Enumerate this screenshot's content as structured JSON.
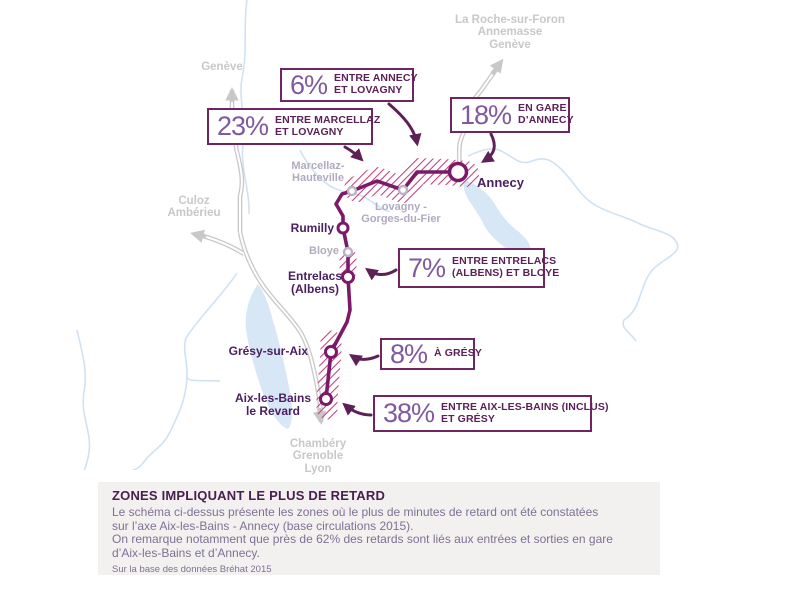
{
  "callouts": {
    "annecy_lovagny": {
      "value": "6%",
      "line1": "ENTRE ANNECY",
      "line2": "ET LOVAGNY"
    },
    "marcellaz_lovagny": {
      "value": "23%",
      "line1": "ENTRE MARCELLAZ",
      "line2": "ET LOVAGNY"
    },
    "gare_annecy": {
      "value": "18%",
      "line1": "EN GARE",
      "line2": "D’ANNECY"
    },
    "entrelacs_bloye": {
      "value": "7%",
      "line1": "ENTRE ENTRELACS",
      "line2": "(ALBENS) ET BLOYE"
    },
    "gresy": {
      "value": "8%",
      "line1": "À GRÉSY",
      "line2": ""
    },
    "aix_gresy": {
      "value": "38%",
      "line1": "ENTRE AIX-LES-BAINS (INCLUS)",
      "line2": "ET GRÉSY"
    }
  },
  "stations": {
    "annecy": "Annecy",
    "marcellaz": {
      "line1": "Marcellaz-",
      "line2": "Hauteville"
    },
    "lovagny": {
      "line1": "Lovagny -",
      "line2": "Gorges-du-Fier"
    },
    "rumilly": "Rumilly",
    "bloye": "Bloye",
    "entrelacs": {
      "line1": "Entrelacs",
      "line2": "(Albens)"
    },
    "gresy": "Grésy-sur-Aix",
    "aix": {
      "line1": "Aix-les-Bains",
      "line2": "le Revard"
    }
  },
  "destinations": {
    "geneve": "Genève",
    "laroche": {
      "line1": "La Roche-sur-Foron",
      "line2": "Annemasse",
      "line3": "Genève"
    },
    "culoz": {
      "line1": "Culoz",
      "line2": "Ambérieu"
    },
    "chambery": {
      "line1": "Chambéry",
      "line2": "Grenoble",
      "line3": "Lyon"
    }
  },
  "panel": {
    "title": "ZONES IMPLIQUANT LE PLUS DE RETARD",
    "body_line1": "Le schéma ci-dessus présente les zones où le plus de minutes de retard ont été constatées",
    "body_line2": "sur l’axe Aix-les-Bains - Annecy (base circulations 2015).",
    "body_line3": "On remarque notamment que près de 62% des retards sont liés aux entrées et sorties en gare",
    "body_line4": "d’Aix-les-Bains et d’Annecy.",
    "source": "Sur la base des données Bréhat 2015"
  },
  "colors": {
    "route_purple": "#7a1a68",
    "hatch_pink": "#c33e7d",
    "callout_border": "#6e2562",
    "callout_value": "#8059a0",
    "callout_text": "#5c2158",
    "station_label": "#4b2060",
    "minor_station_label": "#b2abc0",
    "faraway_label": "#c8c8c8",
    "rail_gray": "#c8c8c8",
    "water_blue": "#cfe2f4",
    "panel_background": "#f2f1ef",
    "panel_title": "#46204e",
    "panel_text": "#7f7095"
  }
}
